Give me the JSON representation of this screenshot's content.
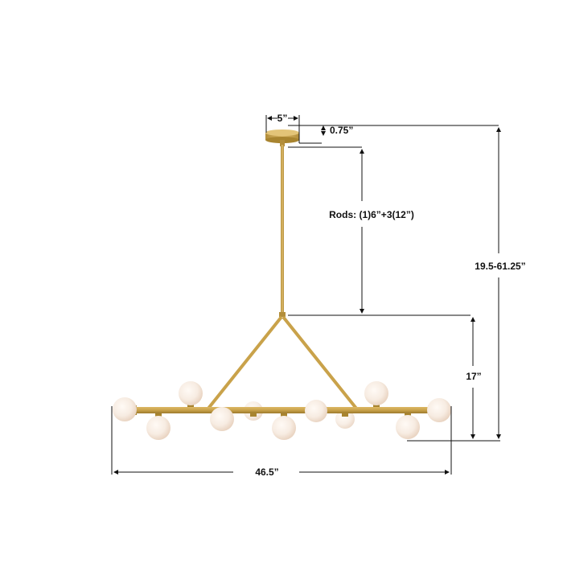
{
  "diagram": {
    "subject": "Linear chandelier with 11 opal glass globes, brass finish",
    "colors": {
      "brass": "#c9a24a",
      "brass_dark": "#a8842f",
      "glass": "#f7ece2",
      "glass_shadow": "#ead6c4",
      "dimension_line": "#111111"
    },
    "dimensions": {
      "canopy_width": "5”",
      "canopy_height": "0.75”",
      "rods": "Rods: (1)6”+3(12”)",
      "overall_height": "19.5-61.25”",
      "fixture_height": "17”",
      "fixture_width": "46.5”"
    },
    "globe_count": 11
  }
}
